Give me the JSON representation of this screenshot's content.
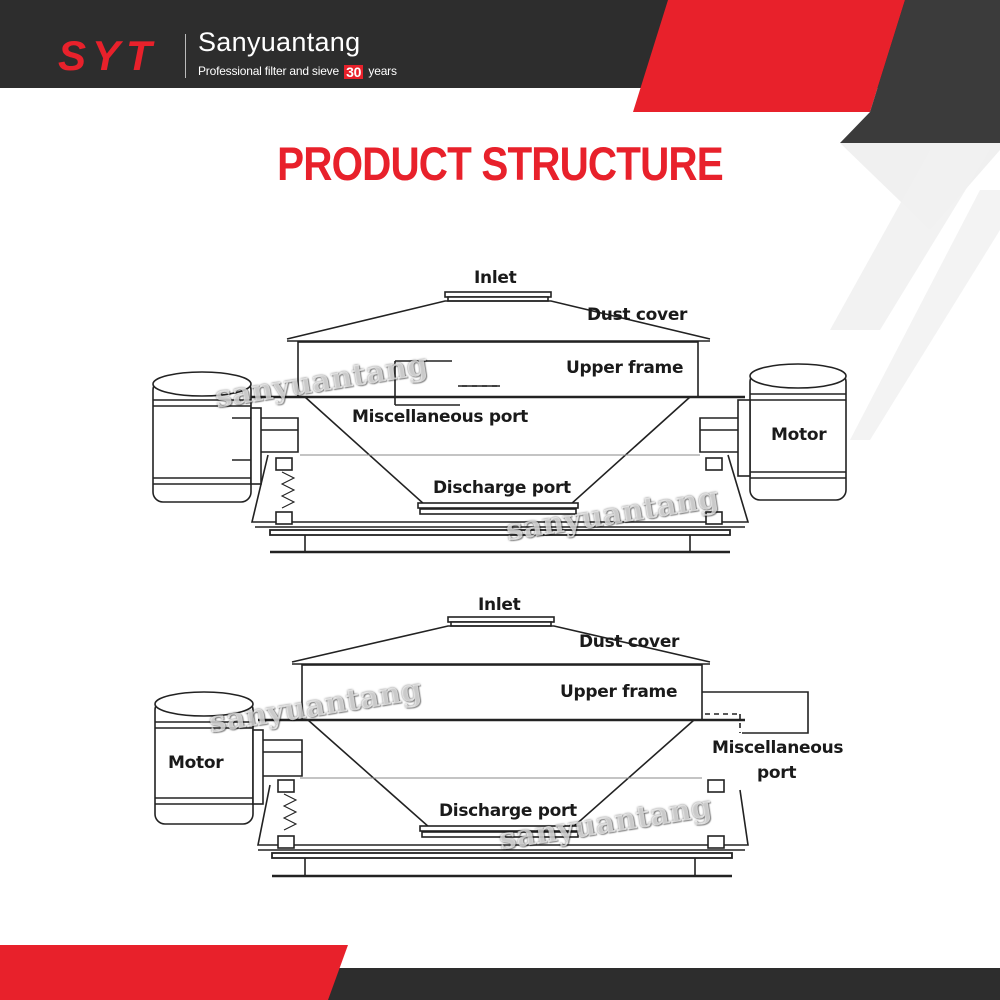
{
  "brand": {
    "logo_text": "SYT",
    "company": "Sanyuantang",
    "tagline_prefix": "Professional filter and sieve",
    "tagline_years": "30",
    "tagline_suffix": "years"
  },
  "title": "PRODUCT STRUCTURE",
  "watermark": "sanyuantang",
  "diagram_top": {
    "inlet": "Inlet",
    "dust_cover": "Dust cover",
    "upper_frame": "Upper frame",
    "misc_port": "Miscellaneous port",
    "motor": "Motor",
    "discharge_port": "Discharge port"
  },
  "diagram_bottom": {
    "inlet": "Inlet",
    "dust_cover": "Dust cover",
    "upper_frame": "Upper frame",
    "misc_port_line1": "Miscellaneous",
    "misc_port_line2": "port",
    "motor": "Motor",
    "discharge_port": "Discharge port"
  },
  "colors": {
    "brand_red": "#e8212b",
    "dark_band": "#2d2d2d"
  }
}
